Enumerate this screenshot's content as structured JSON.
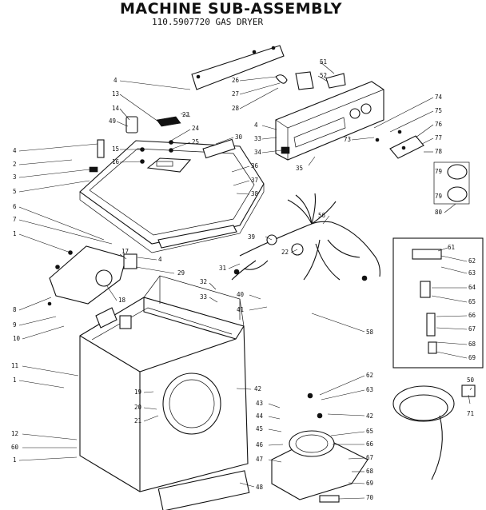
{
  "header": {
    "title": "MACHINE SUB-ASSEMBLY",
    "subtitle": "110.5907720 GAS DRYER"
  },
  "callouts": [
    {
      "id": "c1",
      "label": "4"
    },
    {
      "id": "c2",
      "label": "13"
    },
    {
      "id": "c3",
      "label": "14"
    },
    {
      "id": "c4",
      "label": "49"
    },
    {
      "id": "c5",
      "label": "4"
    },
    {
      "id": "c6",
      "label": "2"
    },
    {
      "id": "c7",
      "label": "3"
    },
    {
      "id": "c8",
      "label": "5"
    },
    {
      "id": "c9",
      "label": "15"
    },
    {
      "id": "c10",
      "label": "16"
    },
    {
      "id": "c11",
      "label": "23"
    },
    {
      "id": "c12",
      "label": "24"
    },
    {
      "id": "c13",
      "label": "25"
    },
    {
      "id": "c14",
      "label": "30"
    },
    {
      "id": "c15",
      "label": "26"
    },
    {
      "id": "c16",
      "label": "27"
    },
    {
      "id": "c17",
      "label": "28"
    },
    {
      "id": "c18",
      "label": "51"
    },
    {
      "id": "c19",
      "label": "52"
    },
    {
      "id": "c20",
      "label": "4"
    },
    {
      "id": "c21",
      "label": "33"
    },
    {
      "id": "c22",
      "label": "34"
    },
    {
      "id": "c23",
      "label": "35"
    },
    {
      "id": "c24",
      "label": "36"
    },
    {
      "id": "c25",
      "label": "37"
    },
    {
      "id": "c26",
      "label": "38"
    },
    {
      "id": "c27",
      "label": "73"
    },
    {
      "id": "c28",
      "label": "74"
    },
    {
      "id": "c29",
      "label": "75"
    },
    {
      "id": "c30",
      "label": "76"
    },
    {
      "id": "c31",
      "label": "77"
    },
    {
      "id": "c32",
      "label": "78"
    },
    {
      "id": "c33",
      "label": "79"
    },
    {
      "id": "c34",
      "label": "79"
    },
    {
      "id": "c35",
      "label": "80"
    },
    {
      "id": "c36",
      "label": "6"
    },
    {
      "id": "c37",
      "label": "7"
    },
    {
      "id": "c38",
      "label": "1"
    },
    {
      "id": "c39",
      "label": "17"
    },
    {
      "id": "c40",
      "label": "4"
    },
    {
      "id": "c41",
      "label": "29"
    },
    {
      "id": "c42",
      "label": "31"
    },
    {
      "id": "c43",
      "label": "39"
    },
    {
      "id": "c44",
      "label": "22"
    },
    {
      "id": "c45",
      "label": "56"
    },
    {
      "id": "c46",
      "label": "32"
    },
    {
      "id": "c47",
      "label": "33"
    },
    {
      "id": "c48",
      "label": "18"
    },
    {
      "id": "c49",
      "label": "8"
    },
    {
      "id": "c50",
      "label": "9"
    },
    {
      "id": "c51",
      "label": "10"
    },
    {
      "id": "c52",
      "label": "40"
    },
    {
      "id": "c53",
      "label": "41"
    },
    {
      "id": "c54",
      "label": "58"
    },
    {
      "id": "c55",
      "label": "61"
    },
    {
      "id": "c56",
      "label": "62"
    },
    {
      "id": "c57",
      "label": "63"
    },
    {
      "id": "c58",
      "label": "64"
    },
    {
      "id": "c59",
      "label": "65"
    },
    {
      "id": "c60",
      "label": "66"
    },
    {
      "id": "c61",
      "label": "67"
    },
    {
      "id": "c62",
      "label": "68"
    },
    {
      "id": "c63",
      "label": "69"
    },
    {
      "id": "c64",
      "label": "11"
    },
    {
      "id": "c65",
      "label": "1"
    },
    {
      "id": "c66",
      "label": "19"
    },
    {
      "id": "c67",
      "label": "20"
    },
    {
      "id": "c68",
      "label": "21"
    },
    {
      "id": "c69",
      "label": "42"
    },
    {
      "id": "c70",
      "label": "43"
    },
    {
      "id": "c71",
      "label": "44"
    },
    {
      "id": "c72",
      "label": "45"
    },
    {
      "id": "c73",
      "label": "46"
    },
    {
      "id": "c74",
      "label": "47"
    },
    {
      "id": "c75",
      "label": "48"
    },
    {
      "id": "c76",
      "label": "62"
    },
    {
      "id": "c77",
      "label": "63"
    },
    {
      "id": "c78",
      "label": "42"
    },
    {
      "id": "c79",
      "label": "65"
    },
    {
      "id": "c80",
      "label": "66"
    },
    {
      "id": "c81",
      "label": "67"
    },
    {
      "id": "c82",
      "label": "68"
    },
    {
      "id": "c83",
      "label": "69"
    },
    {
      "id": "c84",
      "label": "70"
    },
    {
      "id": "c85",
      "label": "12"
    },
    {
      "id": "c86",
      "label": "60"
    },
    {
      "id": "c87",
      "label": "1"
    },
    {
      "id": "c88",
      "label": "50"
    },
    {
      "id": "c89",
      "label": "71"
    }
  ]
}
